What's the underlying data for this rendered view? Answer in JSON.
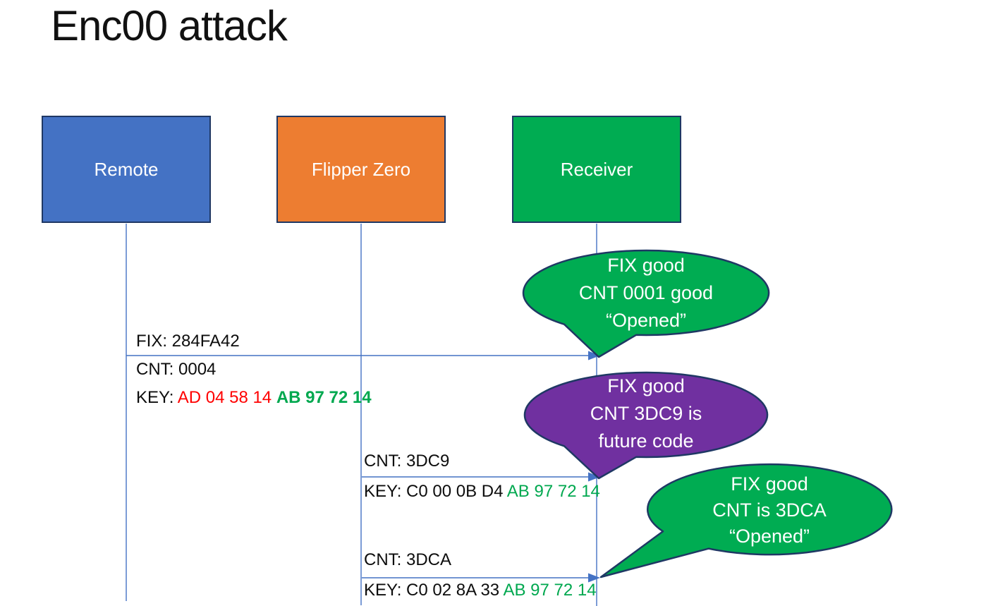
{
  "title": "Enc00 attack",
  "actors": [
    {
      "id": "remote",
      "label": "Remote",
      "color": "#4472C4"
    },
    {
      "id": "flipper-zero",
      "label": "Flipper Zero",
      "color": "#ED7D31"
    },
    {
      "id": "receiver",
      "label": "Receiver",
      "color": "#00AC52"
    }
  ],
  "messages": [
    {
      "from": "Remote",
      "to": "Receiver",
      "lines": {
        "fix": "FIX: 284FA42",
        "cnt": "CNT: 0004",
        "key_label": "KEY: ",
        "key_changing": "AD 04 58 14 ",
        "key_fixed": "AB 97 72 14"
      }
    },
    {
      "from": "Flipper Zero",
      "to": "Receiver",
      "lines": {
        "cnt": "CNT: 3DC9",
        "key_label": "KEY: C0 00 0B D4 ",
        "key_fixed": "AB 97 72 14"
      }
    },
    {
      "from": "Flipper Zero",
      "to": "Receiver",
      "lines": {
        "cnt": "CNT: 3DCA",
        "key_label": "KEY: C0 02 8A 33 ",
        "key_fixed": "AB 97 72 14"
      }
    }
  ],
  "bubbles": [
    {
      "speaker": "Receiver",
      "color": "#00AC52",
      "lines": [
        "FIX good",
        "CNT 0001 good",
        "“Opened”"
      ]
    },
    {
      "speaker": "Receiver",
      "color": "#7030A0",
      "lines": [
        "FIX good",
        "CNT 3DC9 is",
        "future code"
      ]
    },
    {
      "speaker": "Receiver",
      "color": "#00AC52",
      "lines": [
        "FIX good",
        "CNT is 3DCA",
        "“Opened”"
      ]
    }
  ],
  "colors": {
    "remote_box": "#4472C4",
    "flipper_box": "#ED7D31",
    "receiver_box": "#00AC52",
    "bubble_green": "#00AC52",
    "bubble_purple": "#7030A0",
    "shape_outline": "#1F3864",
    "connector_blue": "#4472C4",
    "key_changing_red": "#FF0000",
    "key_fixed_green": "#00A84F",
    "text_black": "#0d0d0d",
    "text_white": "#FFFFFF",
    "background": "#FFFFFF"
  }
}
